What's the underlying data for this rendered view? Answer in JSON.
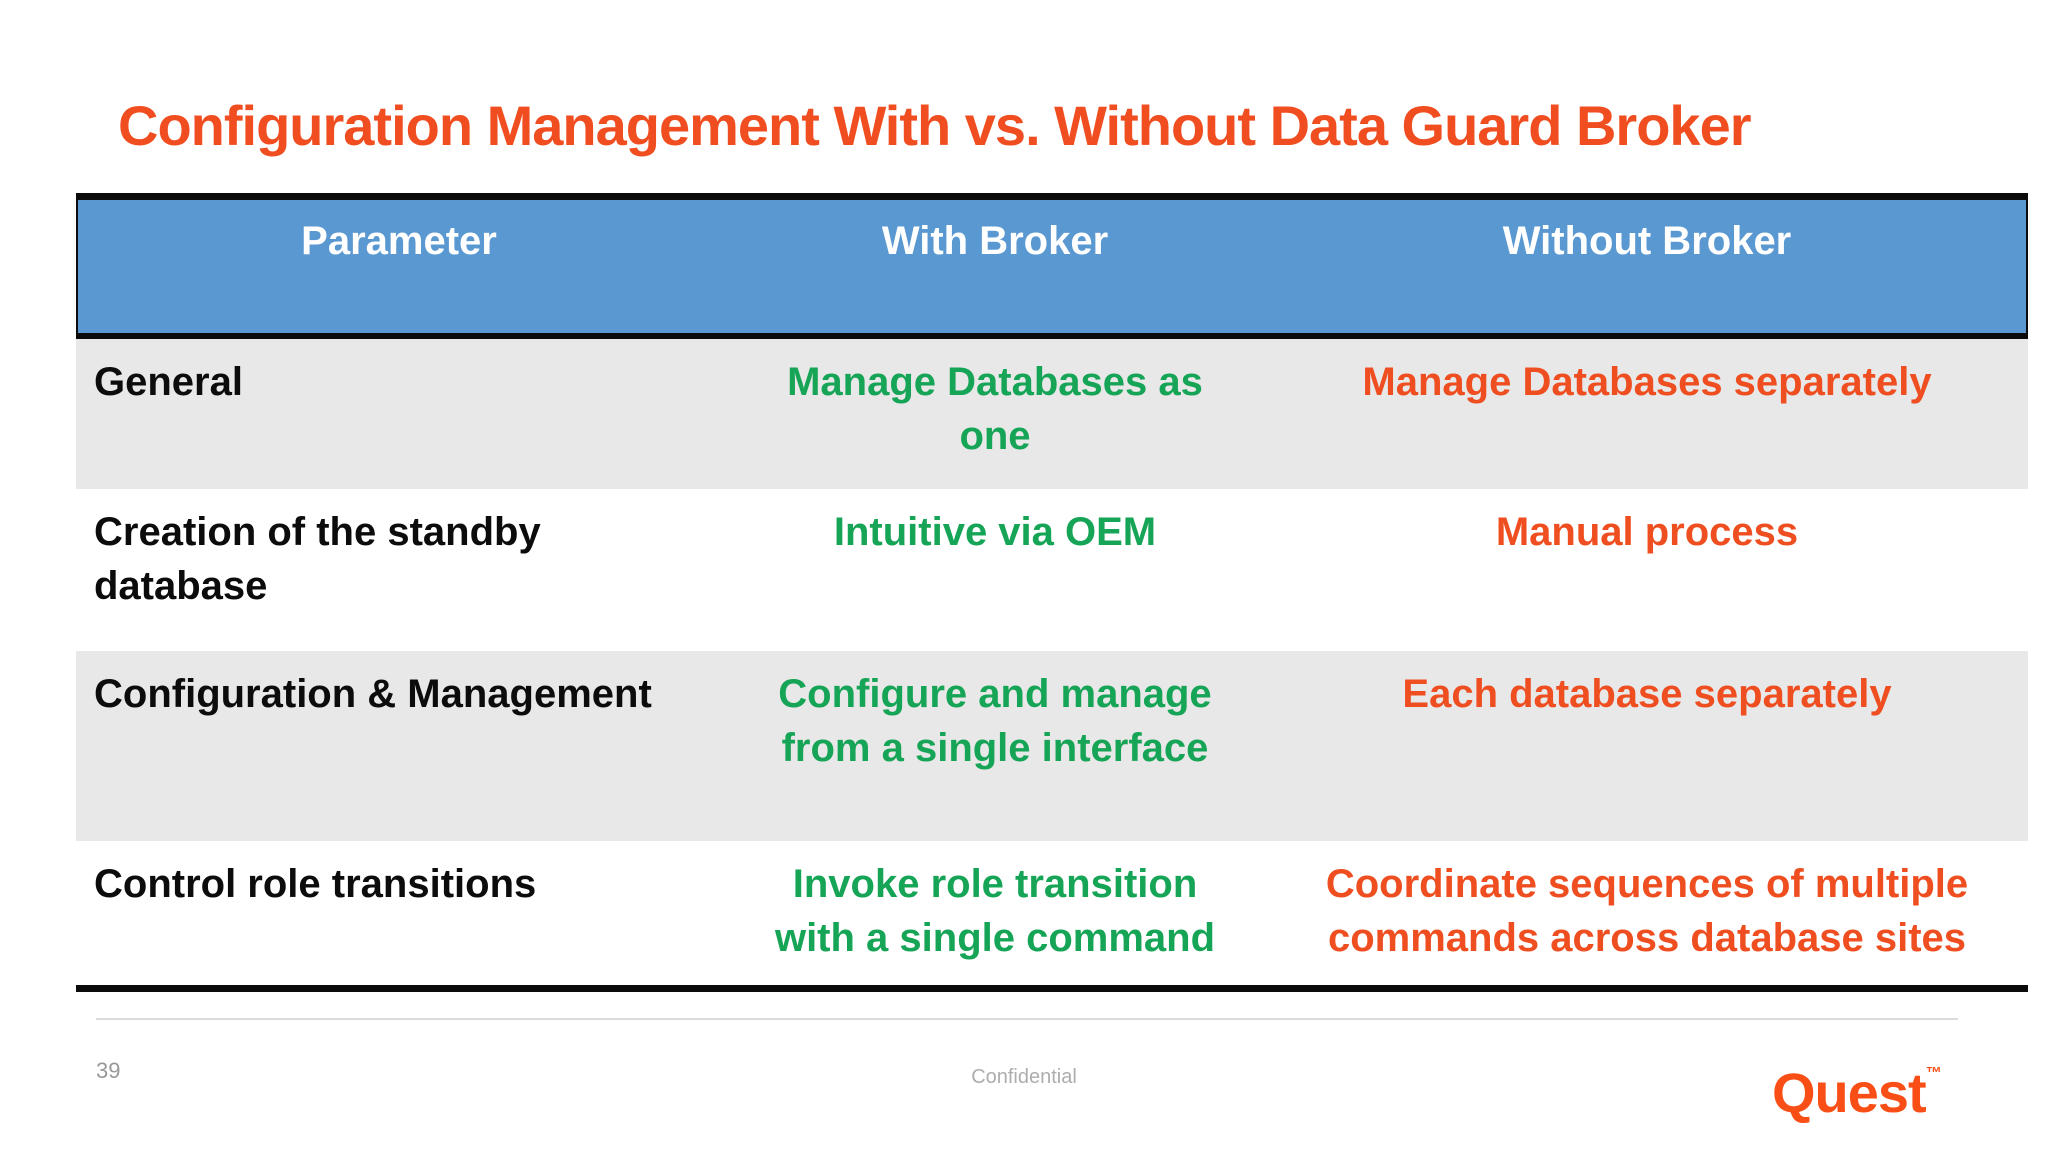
{
  "slide": {
    "title": "Configuration Management With vs. Without Data Guard Broker",
    "footer": {
      "page_number": "39",
      "confidential": "Confidential",
      "logo": "Quest",
      "logo_tm": "™"
    }
  },
  "table": {
    "columns": [
      {
        "label": "Parameter"
      },
      {
        "label": "With Broker"
      },
      {
        "label": "Without Broker"
      }
    ],
    "rows": [
      {
        "parameter": "General",
        "with_broker": "Manage Databases as\none",
        "without_broker": "Manage Databases separately"
      },
      {
        "parameter": "Creation of the standby database",
        "with_broker": "Intuitive via OEM",
        "without_broker": "Manual process"
      },
      {
        "parameter": "Configuration & Management",
        "with_broker": "Configure and manage\nfrom a single interface",
        "without_broker": "Each database separately"
      },
      {
        "parameter": "Control role transitions",
        "with_broker": "Invoke role transition\nwith a single command",
        "without_broker": "Coordinate sequences of multiple\ncommands across database sites"
      }
    ]
  },
  "colors": {
    "title_color": "#F04E20",
    "header_bg": "#5A98D1",
    "header_text": "#FFFFFF",
    "row_alt_bg": "#E8E8E8",
    "positive_color": "#16A456",
    "negative_color": "#EE4E20",
    "border_color": "#0B0B0B",
    "logo_color": "#F94F16"
  }
}
